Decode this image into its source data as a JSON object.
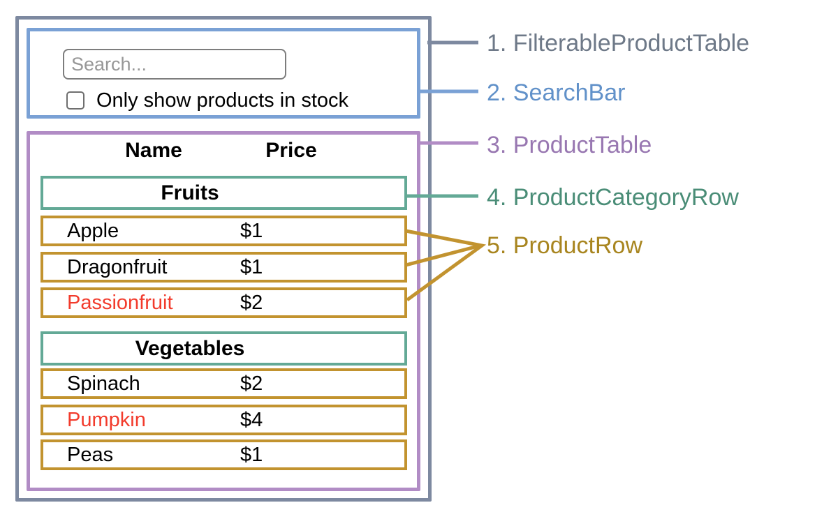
{
  "mock_ui": {
    "search_bar": {
      "search_placeholder": "Search...",
      "checkbox_checked": false,
      "checkbox_label": "Only show products in stock"
    },
    "product_table": {
      "header": {
        "name": "Name",
        "price": "Price"
      },
      "sections": [
        {
          "category": "Fruits",
          "rows": [
            {
              "name": "Apple",
              "price": "$1"
            },
            {
              "name": "Dragonfruit",
              "price": "$1"
            },
            {
              "name": "Passionfruit",
              "price": "$2",
              "name_color": "#f23b2c"
            }
          ]
        },
        {
          "category": "Vegetables",
          "rows": [
            {
              "name": "Spinach",
              "price": "$2"
            },
            {
              "name": "Pumpkin",
              "price": "$4",
              "name_color": "#f23b2c"
            },
            {
              "name": "Peas",
              "price": "$1"
            }
          ]
        }
      ]
    }
  },
  "annotations": {
    "labels": [
      {
        "text": "1. FilterableProductTable",
        "color": "#6e7988"
      },
      {
        "text": "2. SearchBar",
        "color": "#6191c9"
      },
      {
        "text": "3. ProductTable",
        "color": "#9877b1"
      },
      {
        "text": "4. ProductCategoryRow",
        "color": "#4a8d77"
      },
      {
        "text": "5. ProductRow",
        "color": "#a8851f"
      }
    ]
  },
  "palette": {
    "filterable_product_table_border": "#7d89a0",
    "search_bar_border": "#7aa1d5",
    "product_table_border": "#b18cc5",
    "product_category_row_border": "#63a996",
    "product_row_border": "#c2932f",
    "out_of_stock_text": "#f23b2c"
  }
}
